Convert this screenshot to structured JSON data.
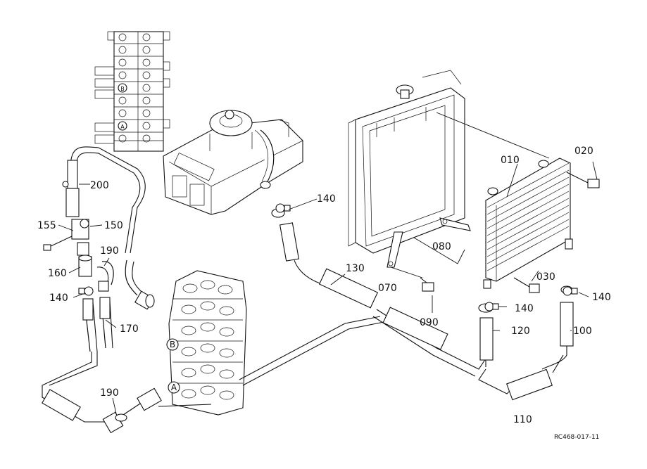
{
  "labels": {
    "p010": "010",
    "p020": "020",
    "p030": "030",
    "p070": "070",
    "p080": "080",
    "p090": "090",
    "p100": "100",
    "p110": "110",
    "p120": "120",
    "p130": "130",
    "p140a": "140",
    "p140b": "140",
    "p140c": "140",
    "p140d": "140",
    "p150": "150",
    "p155": "155",
    "p160": "160",
    "p170": "170",
    "p190a": "190",
    "p190b": "190",
    "p200": "200"
  },
  "markers": {
    "a": "A",
    "b": "B",
    "inset_a": "A",
    "inset_b": "B"
  },
  "reference_code": "RC468-017-11"
}
